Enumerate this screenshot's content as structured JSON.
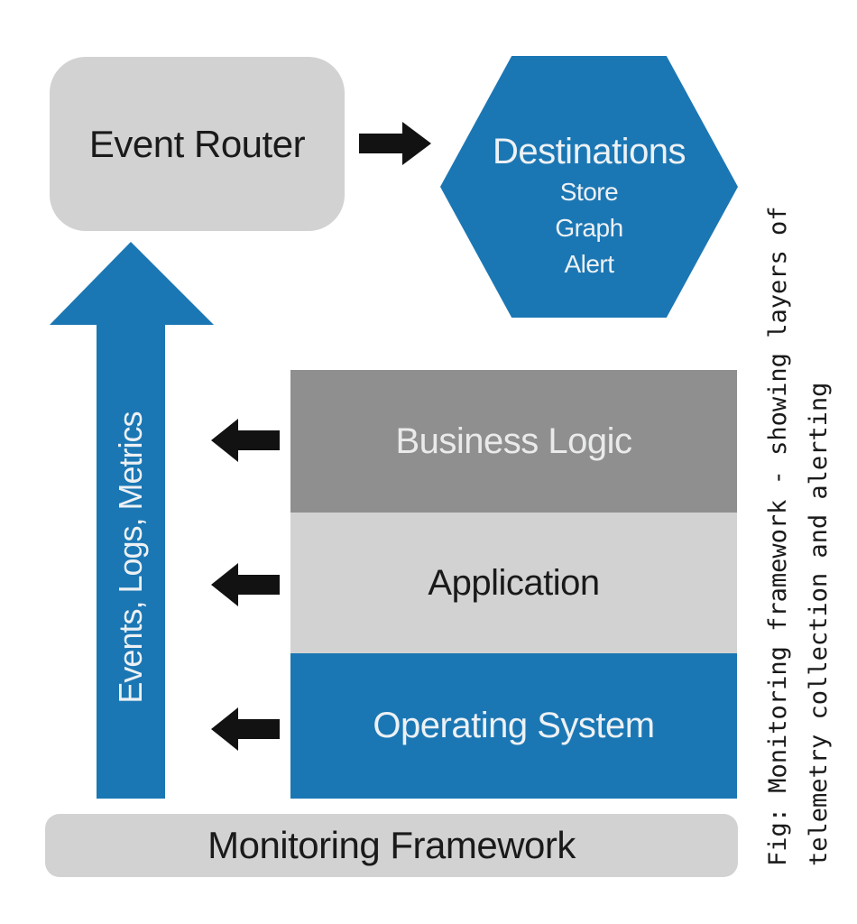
{
  "diagram": {
    "event_router": {
      "label": "Event Router"
    },
    "destinations": {
      "title": "Destinations",
      "items": [
        "Store",
        "Graph",
        "Alert"
      ]
    },
    "telemetry_arrow": {
      "label": "Events, Logs, Metrics"
    },
    "layers": [
      {
        "label": "Business Logic"
      },
      {
        "label": "Application"
      },
      {
        "label": "Operating System"
      }
    ],
    "monitoring_framework": {
      "label": "Monitoring Framework"
    },
    "caption": {
      "line1": "Fig: Monitoring framework - showing layers of",
      "line2": "telemetry collection and alerting"
    },
    "colors": {
      "blue": "#1b77b4",
      "dark_gray": "#8f8f8f",
      "light_gray": "#d2d2d2",
      "arrow_black": "#121212",
      "light_text": "#edf1f4"
    }
  }
}
